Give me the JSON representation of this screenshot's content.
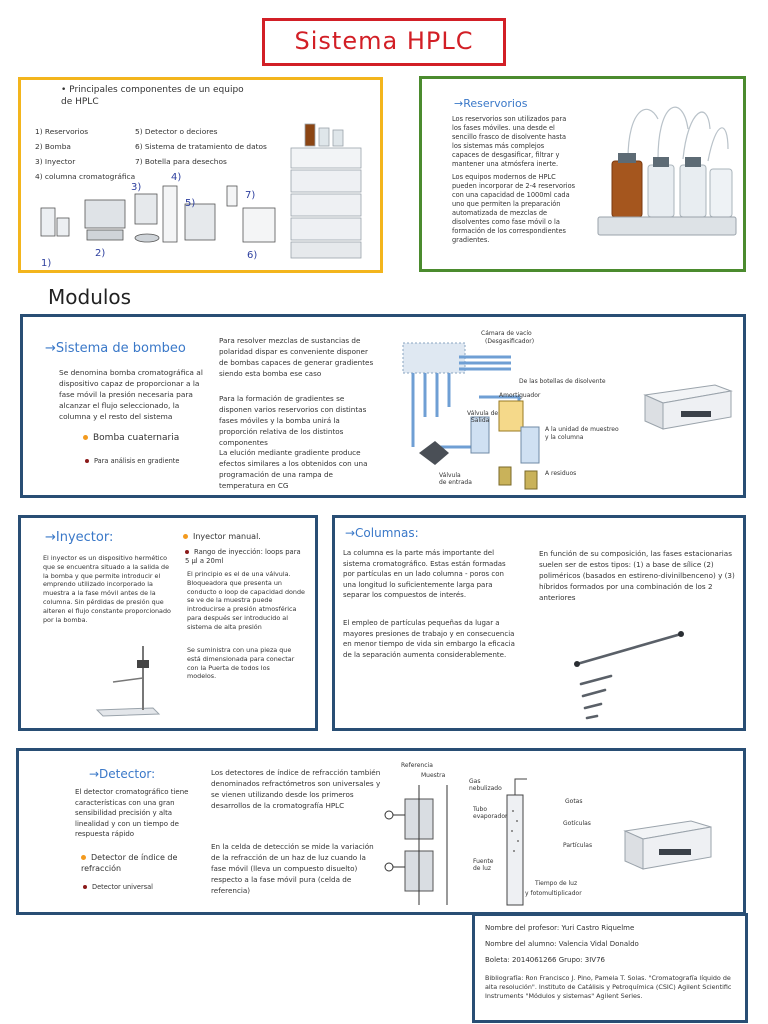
{
  "title": "Sistema HPLC",
  "components": {
    "heading": "Principales componentes de un equipo de HPLC",
    "items": [
      "1) Reservorios",
      "2) Bomba",
      "3) Inyector",
      "4) columna cromatográfica",
      "5) Detector o deciores",
      "6) Sistema de tratamiento de datos",
      "7) Botella para desechos"
    ],
    "diagram_labels": [
      "1)",
      "2)",
      "3)",
      "4)",
      "5)",
      "6)",
      "7)"
    ]
  },
  "reservorios": {
    "title": "→Reservorios",
    "p1": "Los reservorios son utilizados para los fases móviles. una desde el sencillo frasco de disolvente hasta los sistemas más complejos capaces de desgasificar, filtrar y mantener una atmósfera inerte.",
    "p2": "Los equipos modernos de HPLC pueden incorporar de 2-4 reservorios con una capacidad de 1000ml cada uno que permiten la preparación automatizada de mezclas de disolventes como fase móvil o la formación de los correspondientes gradientes."
  },
  "modulos_title": "Modulos",
  "bombeo": {
    "title": "→Sistema de bombeo",
    "desc": "Se denomina bomba cromatográfica al dispositivo capaz de proporcionar a la fase móvil la presión necesaria para alcanzar el flujo seleccionado, la columna y el resto del sistema",
    "bullet1": "Bomba cuaternaria",
    "bullet2": "Para análisis en gradiente",
    "text1": "Para resolver mezclas de sustancias de polaridad dispar es conveniente disponer de bombas capaces de generar gradientes siendo esta bomba ese caso",
    "text2": "Para la formación de gradientes se disponen varios reservorios con distintas fases móviles y la bomba unirá la proporción relativa de los distintos componentes",
    "text3": "La elución mediante gradiente produce efectos similares a los obtenidos con una programación de una rampa de temperatura en CG",
    "labels": {
      "camara": "Cámara de vacío (Desgasificador)",
      "botellas": "De las botellas de disolvente",
      "amortiguador": "Amortiguador",
      "valvula_salida": "Válvula de Salida",
      "unidad": "A la unidad de muestreo y la columna",
      "valvula_entrada": "Válvula de entrada",
      "residuos": "A residuos"
    }
  },
  "inyector": {
    "title": "→Inyector:",
    "desc": "El inyector es un dispositivo hermético que se encuentra situado a la salida de la bomba y que permite introducir el emprendo utilizado incorporado la muestra a la fase móvil antes de la columna. Sin pérdidas de presión que alteren el flujo constante proporcionado por la bomba.",
    "bullet1": "Inyector manual.",
    "bullet2": "Rango de inyección: loops para 5 µl a 20ml",
    "text2": "El principio es el de una válvula. Bloqueadora que presenta un conducto o loop de capacidad donde se ve de la muestra puede introducirse a presión atmosférica para después ser introducido al sistema de alta presión",
    "text3": "Se suministra con una pieza que está dimensionada para conectar con la Puerta de todos los modelos."
  },
  "columnas": {
    "title": "→Columnas:",
    "p1": "La columna es la parte más importante del sistema cromatográfico. Estas están formadas por partículas en un lado columna - poros con una longitud lo suficientemente larga para separar los compuestos de interés.",
    "p2": "El empleo de partículas pequeñas da lugar a mayores presiones de trabajo y en consecuencia en menor tiempo de vida sin embargo la eficacia de la separación aumenta considerablemente.",
    "p3": "En función de su composición, las fases estacionarias suelen ser de estos tipos: (1) a base de sílice (2) poliméricos (basados en estireno-divinilbenceno) y (3) híbridos formados por una combinación de los 2 anteriores"
  },
  "detector": {
    "title": "→Detector:",
    "desc": "El detector cromatográfico tiene características con una gran sensibilidad precisión y alta linealidad y con un tiempo de respuesta rápido",
    "bullet1": "Detector de índice de refracción",
    "bullet2": "Detector universal",
    "text1": "Los detectores de índice de refracción también denominados refractómetros son universales y se vienen utilizando desde los primeros desarrollos de la cromatografía HPLC",
    "text2": "En la celda de detección se mide la variación de la refracción de un haz de luz cuando la fase móvil (lleva un compuesto disuelto) respecto a la fase móvil pura (celda de referencia)",
    "labels": {
      "referencia": "Referencia",
      "muestra": "Muestra",
      "gas": "Gas nebulizado",
      "tubo": "Tubo evaporador",
      "gotas": "Gotas",
      "goticulas": "Gotículas",
      "particulas": "Partículas",
      "fuente": "Fuente de luz",
      "tiempo": "Tiempo de luz y fotomultiplicador"
    }
  },
  "info": {
    "profesor": "Nombre del profesor: Yuri Castro Riquelme",
    "alumno": "Nombre del alumno: Valencia Vidal Donaldo",
    "boleta": "Boleta: 2014061266   Grupo: 3IV76",
    "biblio": "Bibliografía: Ron Francisco J. Pino, Pamela T. Solas. \"Cromatografía líquido de alta resolución\". Instituto de Catálisis y Petroquímica (CSIC) Agilent Scientific Instruments \"Módulos y sistemas\" Agilent Series."
  }
}
